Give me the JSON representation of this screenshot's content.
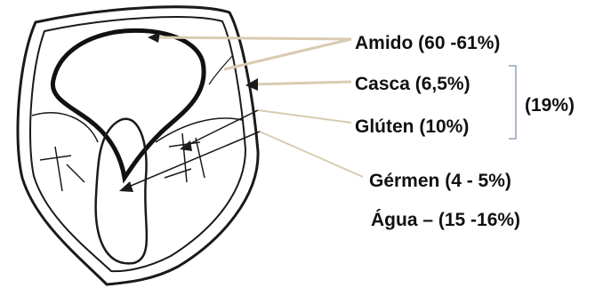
{
  "labels": {
    "amido": "Amido (60 -61%)",
    "casca": "Casca (6,5%)",
    "gluten": "Glúten (10%)",
    "germen": "Gérmen (4 - 5%)",
    "agua": "Água – (15 -16%)",
    "group_total": "(19%)"
  },
  "colors": {
    "leader_line": "#d8cbb2",
    "ink": "#1a1a1a",
    "bracket": "#8fa3b8"
  }
}
